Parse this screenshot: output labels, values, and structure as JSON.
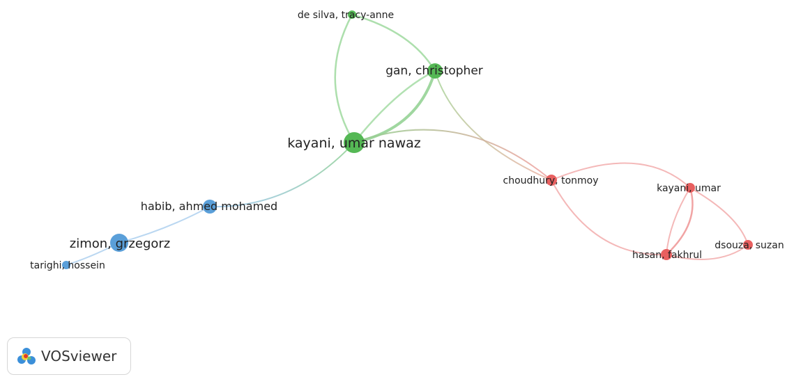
{
  "app": {
    "badge_label": "VOSviewer"
  },
  "colors": {
    "cluster_green": "#55b855",
    "cluster_blue": "#5a9fd9",
    "cluster_red": "#e86060"
  },
  "nodes": [
    {
      "id": "de_silva",
      "label": "de silva, tracy-anne",
      "cluster": "green"
    },
    {
      "id": "gan",
      "label": "gan, christopher",
      "cluster": "green"
    },
    {
      "id": "kayani_un",
      "label": "kayani, umar nawaz",
      "cluster": "green"
    },
    {
      "id": "habib",
      "label": "habib, ahmed mohamed",
      "cluster": "blue"
    },
    {
      "id": "zimon",
      "label": "zimon, grzegorz",
      "cluster": "blue"
    },
    {
      "id": "tarighi",
      "label": "tarighi, hossein",
      "cluster": "blue"
    },
    {
      "id": "choudhury",
      "label": "choudhury, tonmoy",
      "cluster": "red"
    },
    {
      "id": "kayani_u",
      "label": "kayani, umar",
      "cluster": "red"
    },
    {
      "id": "hasan",
      "label": "hasan, fakhrul",
      "cluster": "red"
    },
    {
      "id": "dsouza",
      "label": "dsouza, suzan",
      "cluster": "red"
    }
  ],
  "links": [
    {
      "source": "de_silva",
      "target": "gan"
    },
    {
      "source": "de_silva",
      "target": "kayani_un"
    },
    {
      "source": "gan",
      "target": "kayani_un"
    },
    {
      "source": "gan",
      "target": "choudhury"
    },
    {
      "source": "kayani_un",
      "target": "choudhury"
    },
    {
      "source": "kayani_un",
      "target": "habib"
    },
    {
      "source": "habib",
      "target": "zimon"
    },
    {
      "source": "zimon",
      "target": "tarighi"
    },
    {
      "source": "choudhury",
      "target": "kayani_u"
    },
    {
      "source": "choudhury",
      "target": "hasan"
    },
    {
      "source": "kayani_u",
      "target": "hasan"
    },
    {
      "source": "kayani_u",
      "target": "dsouza"
    },
    {
      "source": "hasan",
      "target": "dsouza"
    }
  ]
}
